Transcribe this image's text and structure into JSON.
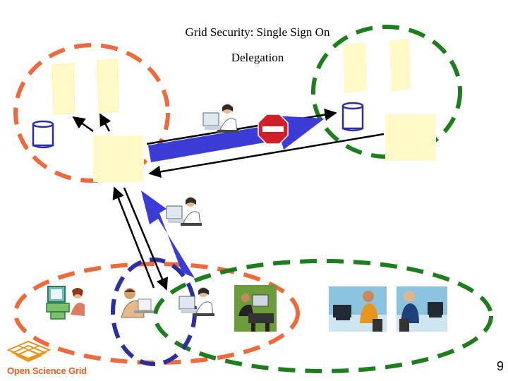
{
  "title": "Grid Security: Single Sign On",
  "subtitle": "Delegation",
  "logo_text": "Open Science Grid",
  "page_number": "9",
  "colors": {
    "orange": "#EE6A3C",
    "green": "#1E7D1E",
    "navy": "#2E2E9E",
    "arrow_blue": "#3B3BD6",
    "resource_fill": "#FFFAC8",
    "stop_red": "#D0202A"
  },
  "icons": [
    "person-at-computer-icon",
    "stop-sign-icon",
    "database-icon",
    "office-worker-icon"
  ]
}
